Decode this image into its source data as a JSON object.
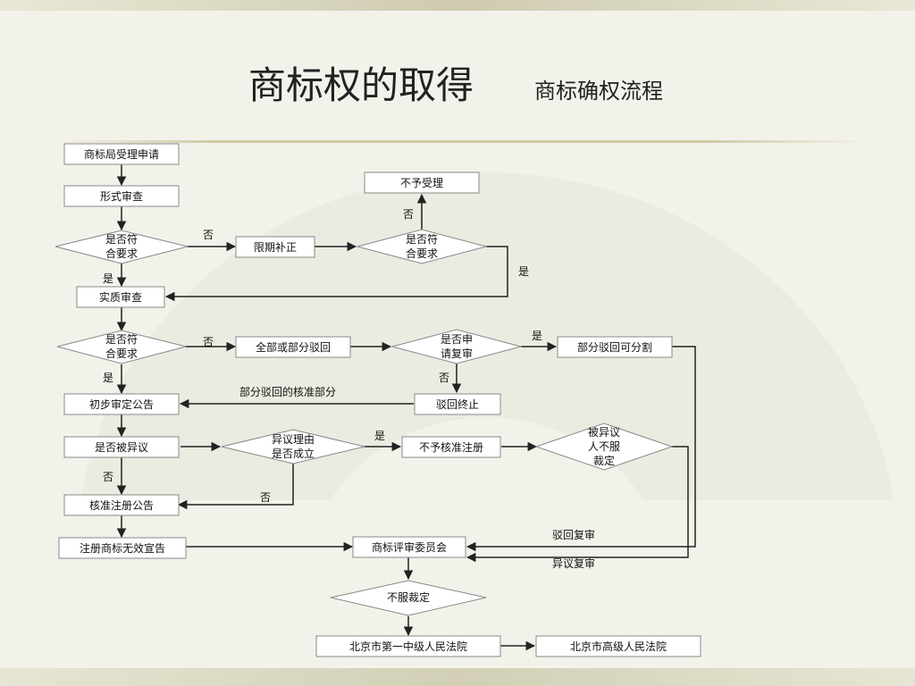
{
  "header": {
    "title": "商标权的取得",
    "subtitle": "商标确权流程"
  },
  "nodes": {
    "accept": "商标局受理申请",
    "formal": "形式审查",
    "ok1": [
      "是否符",
      "合要求"
    ],
    "supplement": "限期补正",
    "ok2": [
      "是否符",
      "合要求"
    ],
    "reject_accept": "不予受理",
    "substantive": "实质审查",
    "ok3": [
      "是否符",
      "合要求"
    ],
    "reject_part": "全部或部分驳回",
    "review_q": [
      "是否申",
      "请复审"
    ],
    "divisible": "部分驳回可分割",
    "rejection_end": "驳回终止",
    "prelim": "初步审定公告",
    "opposed": "是否被异议",
    "opp_reason": [
      "异议理由",
      "是否成立"
    ],
    "no_reg": "不予核准注册",
    "opp_q": [
      "被异议",
      "人不服",
      "裁定"
    ],
    "reg_pub": "核准注册公告",
    "invalid": "注册商标无效宣告",
    "board": "商标评审委员会",
    "disagree": "不服裁定",
    "court1": "北京市第一中级人民法院",
    "court2": "北京市高级人民法院"
  },
  "labels": {
    "no": "否",
    "yes": "是",
    "approved_part": "部分驳回的核准部分",
    "reject_review": "驳回复审",
    "opp_review": "异议复审"
  }
}
